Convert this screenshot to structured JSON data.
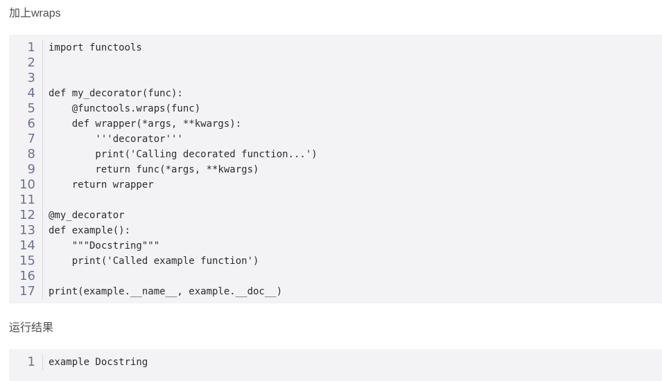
{
  "para1": "加上wraps",
  "code1": {
    "lines": [
      {
        "n": "1",
        "code": "import functools"
      },
      {
        "n": "2",
        "code": ""
      },
      {
        "n": "3",
        "code": ""
      },
      {
        "n": "4",
        "code": "def my_decorator(func):"
      },
      {
        "n": "5",
        "code": "    @functools.wraps(func)"
      },
      {
        "n": "6",
        "code": "    def wrapper(*args, **kwargs):"
      },
      {
        "n": "7",
        "code": "        '''decorator'''"
      },
      {
        "n": "8",
        "code": "        print('Calling decorated function...')"
      },
      {
        "n": "9",
        "code": "        return func(*args, **kwargs)"
      },
      {
        "n": "10",
        "code": "    return wrapper"
      },
      {
        "n": "11",
        "code": ""
      },
      {
        "n": "12",
        "code": "@my_decorator"
      },
      {
        "n": "13",
        "code": "def example():"
      },
      {
        "n": "14",
        "code": "    \"\"\"Docstring\"\"\""
      },
      {
        "n": "15",
        "code": "    print('Called example function')"
      },
      {
        "n": "16",
        "code": ""
      },
      {
        "n": "17",
        "code": "print(example.__name__, example.__doc__)"
      }
    ]
  },
  "para2": "运行结果",
  "code2": {
    "lines": [
      {
        "n": "1",
        "code": "example Docstring"
      }
    ]
  }
}
